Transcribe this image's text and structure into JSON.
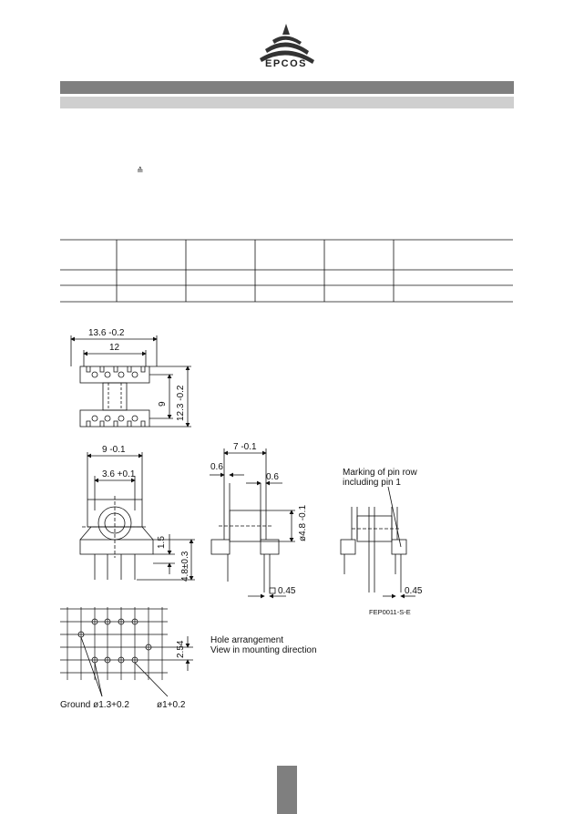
{
  "header": {
    "brand": "EPCOS",
    "symbol": "≙"
  },
  "table": {
    "column_count": 6,
    "row_count": 2
  },
  "drawing": {
    "top_view": {
      "overall_width": "13.6 -0.2",
      "inner_width": "12",
      "pin_row_spacing": "9",
      "overall_depth": "12.3 -0.2"
    },
    "front_view": {
      "width": "9 -0.1",
      "bore": "3.6 +0.1",
      "step": "1.5",
      "pin_length": "4.8±0.3"
    },
    "side_view": {
      "width": "7 -0.1",
      "flange_left": "0.6",
      "flange_right": "0.6",
      "diameter": "ø4.8 -0.1",
      "pin": "0.45"
    },
    "marking_view": {
      "note_line1": "Marking of pin row",
      "note_line2": "including pin 1",
      "pin": "0.45",
      "figure_code": "FEP0011-S-E"
    },
    "hole_layout": {
      "pitch": "2.54",
      "note_line1": "Hole arrangement",
      "note_line2": "View in mounting direction",
      "ground_label": "Ground ø1.3+0.2",
      "hole_label": "ø1+0.2"
    }
  },
  "colors": {
    "band_dark": "#7f7f7f",
    "band_light": "#cfcfcf",
    "line": "#111111"
  }
}
